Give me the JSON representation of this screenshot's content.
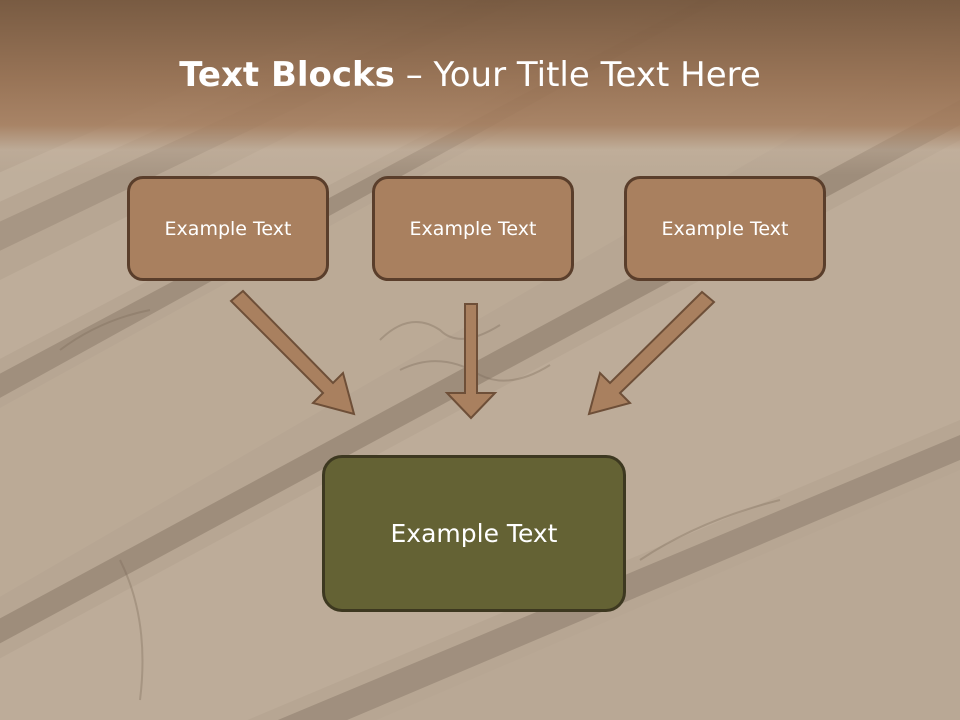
{
  "title": {
    "bold": "Text Blocks",
    "rest": " – Your Title Text Here"
  },
  "boxes": {
    "top": [
      "Example Text",
      "Example Text",
      "Example Text"
    ],
    "bottom": "Example Text"
  },
  "colors": {
    "header": "#9a7252",
    "top_box_fill": "#a9805f",
    "top_box_border": "#5a3e2b",
    "bottom_box_fill": "#646234",
    "bottom_box_border": "#3d3820",
    "arrow_fill": "#a9805f",
    "arrow_stroke": "#6e4f38",
    "text": "#ffffff"
  }
}
